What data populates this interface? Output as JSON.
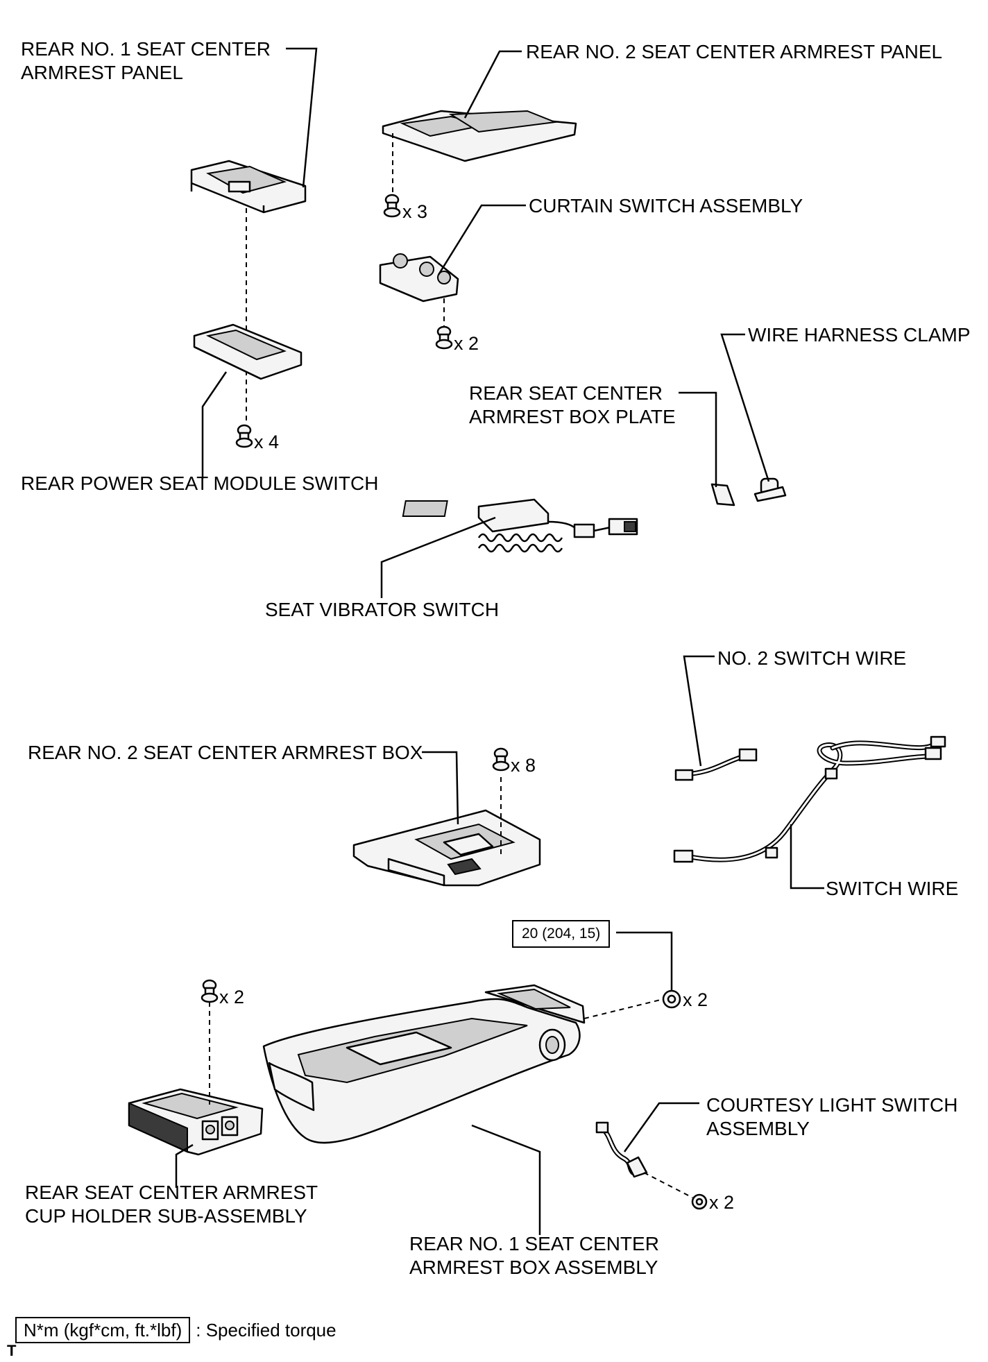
{
  "labels": {
    "rear_no1_panel": [
      "REAR NO. 1 SEAT CENTER",
      "ARMREST PANEL"
    ],
    "rear_no2_panel": "REAR NO. 2 SEAT CENTER ARMREST PANEL",
    "curtain_switch": "CURTAIN SWITCH ASSEMBLY",
    "wire_harness_clamp": "WIRE HARNESS CLAMP",
    "box_plate": [
      "REAR SEAT CENTER",
      "ARMREST BOX PLATE"
    ],
    "power_seat_switch": "REAR POWER SEAT MODULE SWITCH",
    "vibrator_switch": "SEAT VIBRATOR SWITCH",
    "no2_switch_wire": "NO. 2 SWITCH WIRE",
    "no2_armrest_box": "REAR NO. 2 SEAT CENTER ARMREST BOX",
    "switch_wire": "SWITCH WIRE",
    "courtesy_switch": [
      "COURTESY LIGHT SWITCH",
      "ASSEMBLY"
    ],
    "cup_holder": [
      "REAR SEAT CENTER ARMREST",
      "CUP HOLDER SUB-ASSEMBLY"
    ],
    "no1_armrest_box": [
      "REAR NO. 1 SEAT CENTER",
      "ARMREST BOX ASSEMBLY"
    ]
  },
  "quantities": {
    "panel2_screws": "x 3",
    "curtain_screws": "x 2",
    "module_screws": "x 4",
    "box2_screws": "x 8",
    "nuts": "x 2",
    "cup_screws": "x 2",
    "courtesy_screws": "x 2"
  },
  "torque_spec": "20 (204, 15)",
  "legend": {
    "unit": "N*m (kgf*cm, ft.*lbf)",
    "text": ": Specified torque"
  },
  "corner_code": "T"
}
